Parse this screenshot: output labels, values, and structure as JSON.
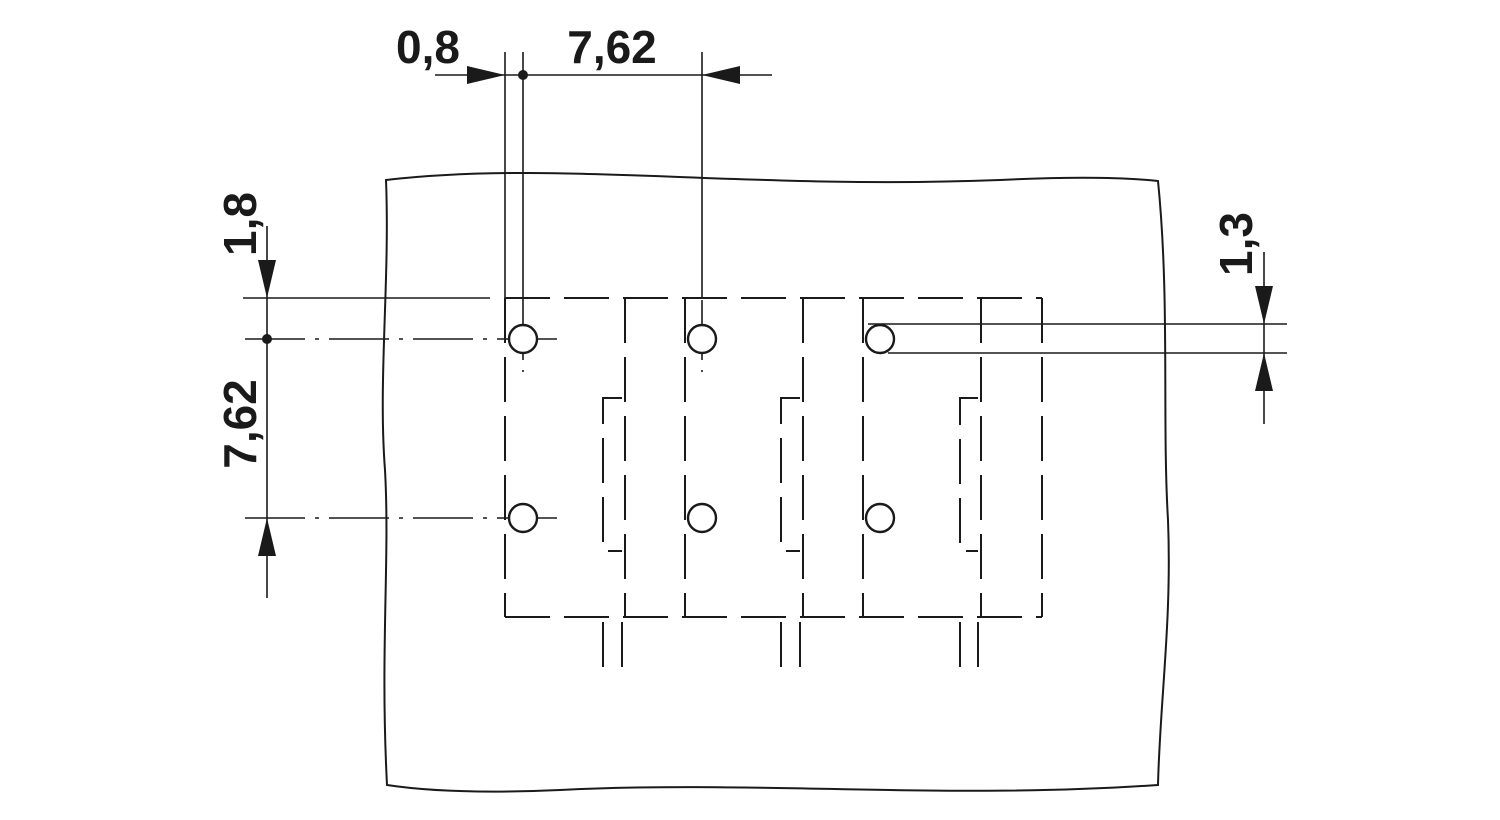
{
  "dimensions": {
    "offset_x": "0,8",
    "pitch_x": "7,62",
    "offset_y": "1,8",
    "pitch_y": "7,62",
    "hole_diameter": "1,3"
  },
  "layout": {
    "positions": 3,
    "rows": 2
  }
}
